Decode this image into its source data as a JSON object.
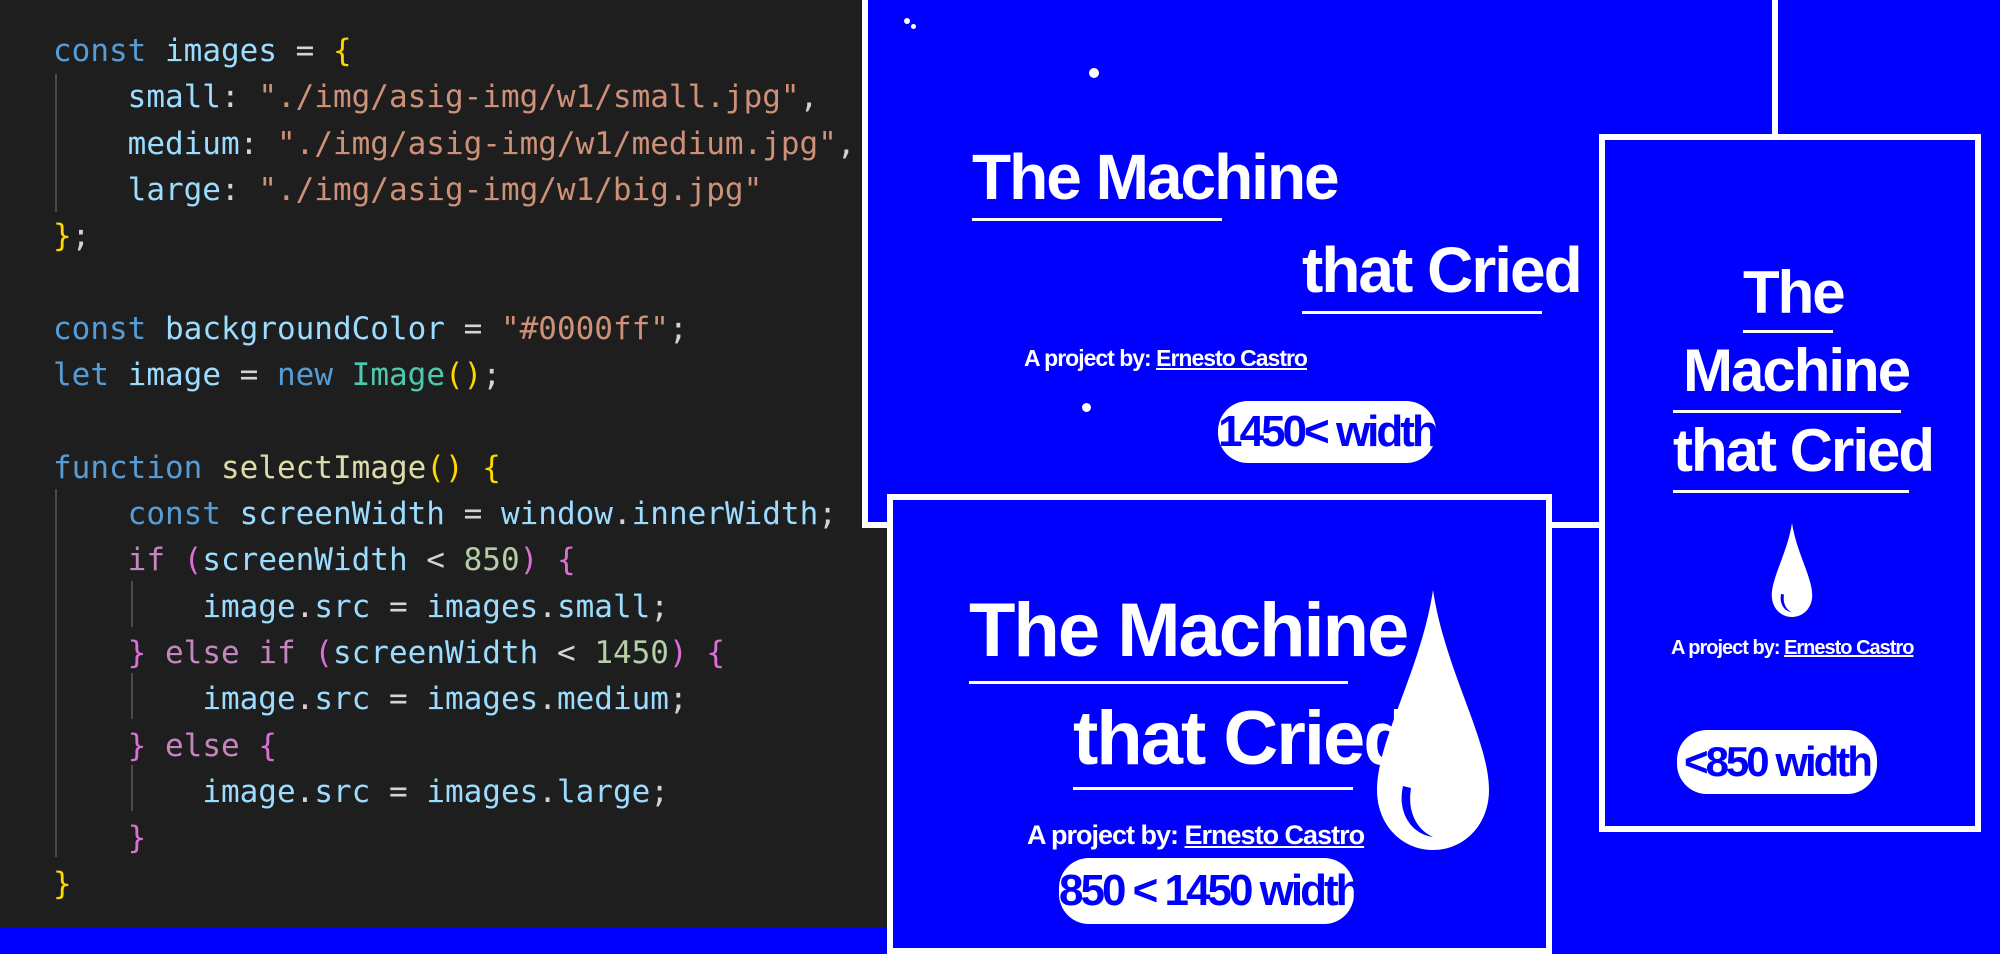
{
  "code": {
    "lines": [
      [
        {
          "t": "const",
          "c": "kw"
        },
        {
          "t": " "
        },
        {
          "t": "images",
          "c": "var"
        },
        {
          "t": " = "
        },
        {
          "t": "{",
          "c": "b1"
        }
      ],
      [
        {
          "t": "    "
        },
        {
          "t": "small",
          "c": "var"
        },
        {
          "t": ": "
        },
        {
          "t": "\"./img/asig-img/w1/small.jpg\"",
          "c": "str"
        },
        {
          "t": ","
        }
      ],
      [
        {
          "t": "    "
        },
        {
          "t": "medium",
          "c": "var"
        },
        {
          "t": ": "
        },
        {
          "t": "\"./img/asig-img/w1/medium.jpg\"",
          "c": "str"
        },
        {
          "t": ","
        }
      ],
      [
        {
          "t": "    "
        },
        {
          "t": "large",
          "c": "var"
        },
        {
          "t": ": "
        },
        {
          "t": "\"./img/asig-img/w1/big.jpg\"",
          "c": "str"
        }
      ],
      [
        {
          "t": "}",
          "c": "b1"
        },
        {
          "t": ";"
        }
      ],
      [],
      [
        {
          "t": "const",
          "c": "kw"
        },
        {
          "t": " "
        },
        {
          "t": "backgroundColor",
          "c": "var"
        },
        {
          "t": " = "
        },
        {
          "t": "\"#0000ff\"",
          "c": "str"
        },
        {
          "t": ";"
        }
      ],
      [
        {
          "t": "let",
          "c": "kw"
        },
        {
          "t": " "
        },
        {
          "t": "image",
          "c": "var"
        },
        {
          "t": " = "
        },
        {
          "t": "new",
          "c": "kw"
        },
        {
          "t": " "
        },
        {
          "t": "Image",
          "c": "cls"
        },
        {
          "t": "()",
          "c": "b1"
        },
        {
          "t": ";"
        }
      ],
      [],
      [
        {
          "t": "function",
          "c": "kw"
        },
        {
          "t": " "
        },
        {
          "t": "selectImage",
          "c": "fn"
        },
        {
          "t": "()",
          "c": "b1"
        },
        {
          "t": " "
        },
        {
          "t": "{",
          "c": "b1"
        }
      ],
      [
        {
          "t": "    "
        },
        {
          "t": "const",
          "c": "kw"
        },
        {
          "t": " "
        },
        {
          "t": "screenWidth",
          "c": "var"
        },
        {
          "t": " = "
        },
        {
          "t": "window",
          "c": "var"
        },
        {
          "t": "."
        },
        {
          "t": "innerWidth",
          "c": "var"
        },
        {
          "t": ";"
        }
      ],
      [
        {
          "t": "    "
        },
        {
          "t": "if",
          "c": "ctl"
        },
        {
          "t": " "
        },
        {
          "t": "(",
          "c": "b2"
        },
        {
          "t": "screenWidth",
          "c": "var"
        },
        {
          "t": " < "
        },
        {
          "t": "850",
          "c": "num"
        },
        {
          "t": ")",
          "c": "b2"
        },
        {
          "t": " "
        },
        {
          "t": "{",
          "c": "b2"
        }
      ],
      [
        {
          "t": "        "
        },
        {
          "t": "image",
          "c": "var"
        },
        {
          "t": "."
        },
        {
          "t": "src",
          "c": "var"
        },
        {
          "t": " = "
        },
        {
          "t": "images",
          "c": "var"
        },
        {
          "t": "."
        },
        {
          "t": "small",
          "c": "var"
        },
        {
          "t": ";"
        }
      ],
      [
        {
          "t": "    "
        },
        {
          "t": "}",
          "c": "b2"
        },
        {
          "t": " "
        },
        {
          "t": "else",
          "c": "ctl"
        },
        {
          "t": " "
        },
        {
          "t": "if",
          "c": "ctl"
        },
        {
          "t": " "
        },
        {
          "t": "(",
          "c": "b2"
        },
        {
          "t": "screenWidth",
          "c": "var"
        },
        {
          "t": " < "
        },
        {
          "t": "1450",
          "c": "num"
        },
        {
          "t": ")",
          "c": "b2"
        },
        {
          "t": " "
        },
        {
          "t": "{",
          "c": "b2"
        }
      ],
      [
        {
          "t": "        "
        },
        {
          "t": "image",
          "c": "var"
        },
        {
          "t": "."
        },
        {
          "t": "src",
          "c": "var"
        },
        {
          "t": " = "
        },
        {
          "t": "images",
          "c": "var"
        },
        {
          "t": "."
        },
        {
          "t": "medium",
          "c": "var"
        },
        {
          "t": ";"
        }
      ],
      [
        {
          "t": "    "
        },
        {
          "t": "}",
          "c": "b2"
        },
        {
          "t": " "
        },
        {
          "t": "else",
          "c": "ctl"
        },
        {
          "t": " "
        },
        {
          "t": "{",
          "c": "b2"
        }
      ],
      [
        {
          "t": "        "
        },
        {
          "t": "image",
          "c": "var"
        },
        {
          "t": "."
        },
        {
          "t": "src",
          "c": "var"
        },
        {
          "t": " = "
        },
        {
          "t": "images",
          "c": "var"
        },
        {
          "t": "."
        },
        {
          "t": "large",
          "c": "var"
        },
        {
          "t": ";"
        }
      ],
      [
        {
          "t": "    "
        },
        {
          "t": "}",
          "c": "b2"
        }
      ],
      [
        {
          "t": "}",
          "c": "b1"
        }
      ]
    ]
  },
  "previews": {
    "large": {
      "title_1": "The Machine",
      "title_2": "that Cried",
      "credit_prefix": "A project by: ",
      "credit_name": "Ernesto Castro",
      "badge": "1450< width"
    },
    "medium": {
      "title_1": "The Machine",
      "title_2": "that Cried",
      "credit_prefix": "A project by: ",
      "credit_name": "Ernesto Castro",
      "badge": "850 < 1450 width",
      "icon": "water-drop-icon"
    },
    "small": {
      "title_1": "The",
      "title_2": "Machine",
      "title_3": "that Cried",
      "credit_prefix": "A project by: ",
      "credit_name": "Ernesto Castro",
      "badge": "<850 width",
      "icon": "water-drop-icon"
    }
  },
  "colors": {
    "editor_background": "#1e1e1e",
    "preview_background": "#0000ff",
    "card_border": "#ffffff"
  }
}
